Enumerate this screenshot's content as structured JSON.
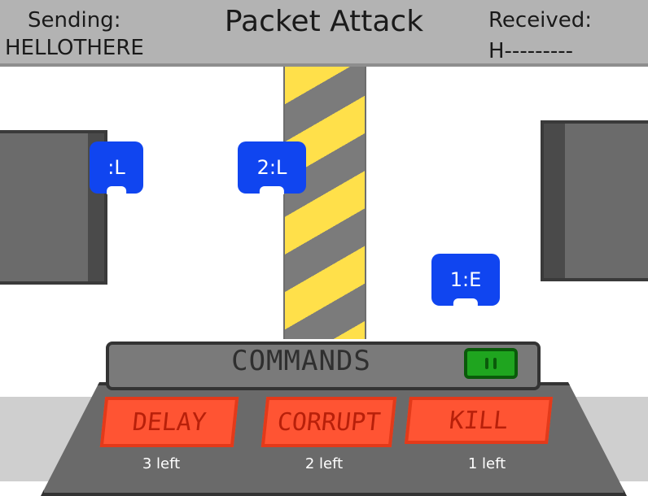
{
  "header": {
    "sending_label": "Sending:",
    "sending_value": "HELLOTHERE",
    "title": "Packet Attack",
    "received_label": "Received:",
    "received_value": "H---------"
  },
  "packets": [
    {
      "label": ":L"
    },
    {
      "label": "2:L"
    },
    {
      "label": "1:E"
    }
  ],
  "console": {
    "title": "COMMANDS",
    "buttons": [
      {
        "label": "DELAY",
        "uses": "3 left"
      },
      {
        "label": "CORRUPT",
        "uses": "2 left"
      },
      {
        "label": "KILL",
        "uses": "1 left"
      }
    ]
  },
  "colors": {
    "packet": "#1045f0",
    "button": "#ff5433",
    "barrier_stripe": "#ffe04a",
    "status_led": "#1fa51f"
  }
}
